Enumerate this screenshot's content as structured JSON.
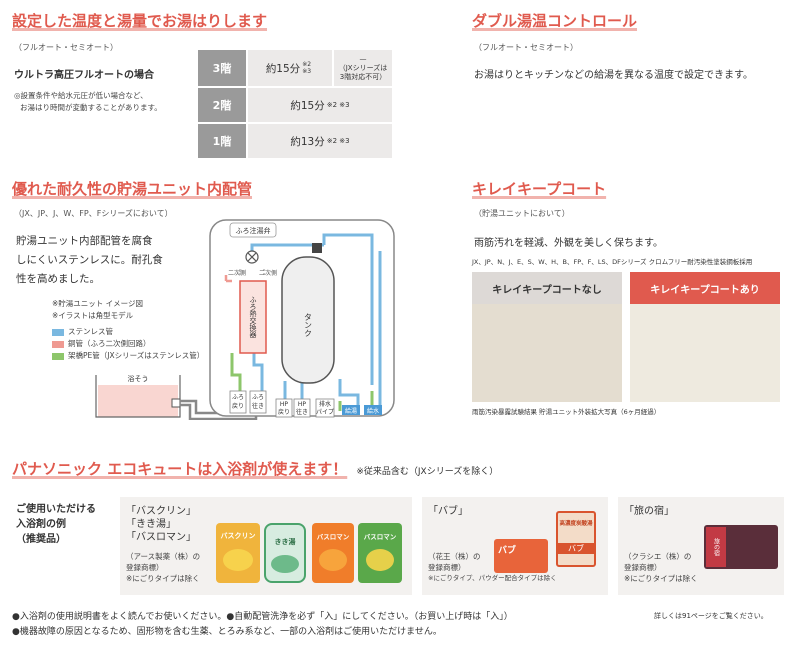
{
  "section1": {
    "title": "設定した温度と湯量でお湯はりします",
    "subtitle": "（フルオート・セミオート）",
    "case_label": "ウルトラ高圧フルオートの場合",
    "note_line1": "◎設置条件や給水元圧が低い場合など、",
    "note_line2": "お湯はり時間が変動することがあります。",
    "rows": [
      {
        "floor": "3階",
        "time": "約15分",
        "mark": "※2 ※3",
        "jx_dash": "—",
        "jx_line1": "（JXシリーズは",
        "jx_line2": "3階対応不可）"
      },
      {
        "floor": "2階",
        "time": "約15分",
        "mark": "※2 ※3"
      },
      {
        "floor": "1階",
        "time": "約13分",
        "mark": "※2 ※3"
      }
    ]
  },
  "section2": {
    "title": "ダブル湯温コントロール",
    "subtitle": "（フルオート・セミオート）",
    "body": "お湯はりとキッチンなどの給湯を異なる温度で設定できます。"
  },
  "section3": {
    "title": "優れた耐久性の貯湯ユニット内配管",
    "subtitle": "（JX、JP、J、W、FP、Fシリーズにおいて）",
    "body_line1": "貯湯ユニット内部配管を腐食",
    "body_line2": "しにくいステンレスに。耐孔食",
    "body_line3": "性を高めました。",
    "note1": "※貯湯ユニット イメージ図",
    "note2": "※イラストは角型モデル",
    "legend": [
      {
        "label": "ステンレス管",
        "color": "#7ab8e0"
      },
      {
        "label": "銅管（ふろ二次側回路）",
        "color": "#ef9a92"
      },
      {
        "label": "架橋PE管（JXシリーズはステンレス管）",
        "color": "#8dc66b"
      }
    ],
    "diagram": {
      "valve": "ふろ注湯弁",
      "exchanger": "ふろ熱交換器",
      "secondary1": "二次側",
      "secondary2": "二次側",
      "tank": "タンク",
      "bath": "浴そう",
      "ports": [
        {
          "line1": "ふろ",
          "line2": "戻り"
        },
        {
          "line1": "ふろ",
          "line2": "往き"
        },
        {
          "line1": "HP",
          "line2": "戻り"
        },
        {
          "line1": "HP",
          "line2": "往き"
        },
        {
          "line1": "排水",
          "line2": "パイプ"
        }
      ],
      "outlet1": "給湯",
      "outlet2": "給水"
    }
  },
  "section4": {
    "title": "キレイキープコート",
    "subtitle": "（貯湯ユニットにおいて）",
    "body": "雨筋汚れを軽減、外観を美しく保ちます。",
    "series": "JX、JP、N、J、E、S、W、H、B、FP、F、LS、DFシリーズ  クロムフリー耐汚染性塗装鋼板採用",
    "without_label": "キレイキープコートなし",
    "with_label": "キレイキープコートあり",
    "caption": "雨筋汚染暴露試験結果  貯湯ユニット外装拡大写真（6ヶ月経過）",
    "with_color": "#e05a4e"
  },
  "section5": {
    "title": "パナソニック エコキュートは入浴剤が使えます！",
    "title_note": "※従来品含む（JXシリーズを除く）",
    "usable_line1": "ご使用いただける",
    "usable_line2": "入浴剤の例",
    "usable_line3": "（推奨品）",
    "products": [
      {
        "names": [
          "「バスクリン」",
          "「きき湯」",
          "「バスロマン」"
        ],
        "maker": "（アース製薬（株）の",
        "reg": "登録商標）",
        "note": "※にごりタイプは除く",
        "labels": [
          "バスクリン",
          "きき湯",
          "バスロマン",
          "バスロマン"
        ]
      },
      {
        "names": [
          "「バブ」"
        ],
        "maker": "（花王（株）の",
        "reg": "登録商標）",
        "note": "※にごりタイプ、パウダー配合タイプは除く",
        "labels": [
          "バブ",
          "高濃度炭酸湯",
          "バブ"
        ]
      },
      {
        "names": [
          "「旅の宿」"
        ],
        "maker": "（クラシエ（株）の",
        "reg": "登録商標）",
        "note": "※にごりタイプは除く",
        "labels": [
          "旅の宿"
        ]
      }
    ]
  },
  "footer": {
    "line1": "●入浴剤の使用説明書をよく読んでお使いください。●自動配管洗浄を必ず「入」にしてください。（お買い上げ時は「入」）",
    "page_ref": "詳しくは91ページをご覧ください。",
    "line2": "●機器故障の原因となるため、固形物を含む生薬、とろみ系など、一部の入浴剤はご使用いただけません。"
  }
}
